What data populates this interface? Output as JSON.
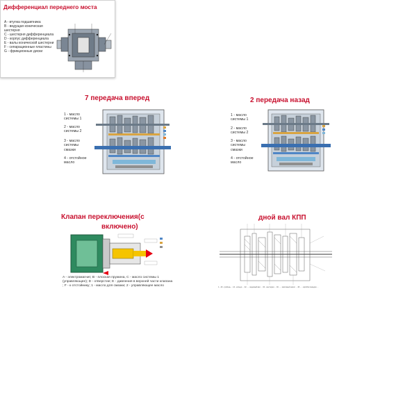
{
  "panels": {
    "forward": {
      "title": "7 передача вперед",
      "legend": [
        "1 - масло\nсистемы 1",
        "2 - масло\nсистемы 2",
        "3 - масло\nсистемы\nсмазки",
        "4 - отстойное\nмасло"
      ]
    },
    "reverse": {
      "title": "2 передача назад",
      "legend": [
        "1 - масло\nсистемы 1",
        "2 - масло\nсистемы 2",
        "3 - масло\nсистемы\nсмазки",
        "4 - отстойное\nмасло"
      ]
    },
    "differential": {
      "title": "Дифференциал переднего моста",
      "items": [
        "A - втулка подшипника",
        "B - ведущая коническая шестерня",
        "C - шестерня дифференциала",
        "D - корпус дифференциала",
        "E - валы конической шестерни",
        "F - сепарационные пластины",
        "G - фрикционные диски"
      ]
    },
    "valve": {
      "title_line1": "Клапан переключения(с",
      "title_line2": "включено)",
      "caption": "A - электромагнит, B - плоская пружина, C - масло системы 1 (управляющее); D - отверстие; E - давления в верхней части клапана ; F - к отстойнику; 1 - масло для смазки; 2 - управляющее масло"
    },
    "shaft": {
      "title": "дной вал КПП",
      "fine_print": "1 - 40 - гребень ... 14 - кольцо ... 22 - ... ведомый вал ... 34 - шестерня ... 40 - ... масляный насос ... 46 - ... коробки передач ..."
    }
  },
  "colors": {
    "title_red": "#c8102e",
    "oil_1": "#d9a441",
    "oil_2": "#4f86c6",
    "oil_lube": "#7fb7d9",
    "oil_sump": "#8f8f8f",
    "valve_green": "#2e8a5f",
    "valve_yellow": "#f5c400"
  }
}
